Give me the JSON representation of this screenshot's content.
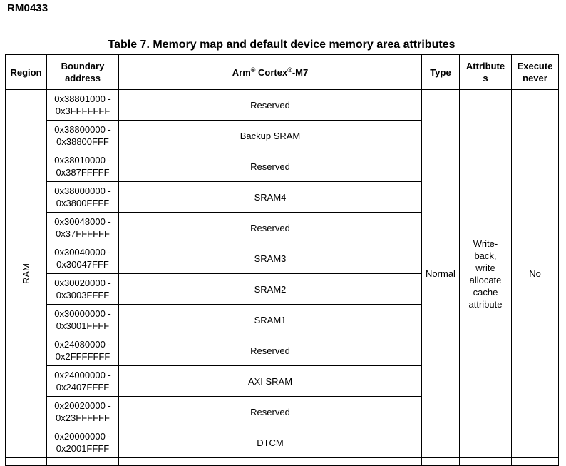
{
  "document": {
    "header": "RM0433",
    "table_title": "Table 7. Memory map and default device memory area attributes"
  },
  "columns": {
    "region": "Region",
    "boundary_line1": "Boundary",
    "boundary_line2": "address",
    "arm_prefix": "Arm",
    "arm_reg1": "®",
    "arm_mid": " Cortex",
    "arm_reg2": "®",
    "arm_suffix": "-M7",
    "type": "Type",
    "attributes_line1": "Attribute",
    "attributes_line2": "s",
    "execute_line1": "Execute",
    "execute_line2": "never"
  },
  "ram_group": {
    "region": "RAM",
    "type": "Normal",
    "attributes_lines": [
      "Write-",
      "back,",
      "write",
      "allocate",
      "cache",
      "attribute"
    ],
    "execute_never": "No",
    "rows": [
      {
        "addr_start": "0x38801000 -",
        "addr_end": "0x3FFFFFFF",
        "name": "Reserved"
      },
      {
        "addr_start": "0x38800000 -",
        "addr_end": "0x38800FFF",
        "name": "Backup SRAM"
      },
      {
        "addr_start": "0x38010000 -",
        "addr_end": "0x387FFFFF",
        "name": "Reserved"
      },
      {
        "addr_start": "0x38000000 -",
        "addr_end": "0x3800FFFF",
        "name": "SRAM4"
      },
      {
        "addr_start": "0x30048000 -",
        "addr_end": "0x37FFFFFF",
        "name": "Reserved"
      },
      {
        "addr_start": "0x30040000 -",
        "addr_end": "0x30047FFF",
        "name": "SRAM3"
      },
      {
        "addr_start": "0x30020000 -",
        "addr_end": "0x3003FFFF",
        "name": "SRAM2"
      },
      {
        "addr_start": "0x30000000 -",
        "addr_end": "0x3001FFFF",
        "name": "SRAM1"
      },
      {
        "addr_start": "0x24080000 -",
        "addr_end": "0x2FFFFFFF",
        "name": "Reserved"
      },
      {
        "addr_start": "0x24000000 -",
        "addr_end": "0x2407FFFF",
        "name": "AXI SRAM"
      },
      {
        "addr_start": "0x20020000 -",
        "addr_end": "0x23FFFFFF",
        "name": "Reserved"
      },
      {
        "addr_start": "0x20000000 -",
        "addr_end": "0x2001FFFF",
        "name": "DTCM"
      }
    ]
  }
}
